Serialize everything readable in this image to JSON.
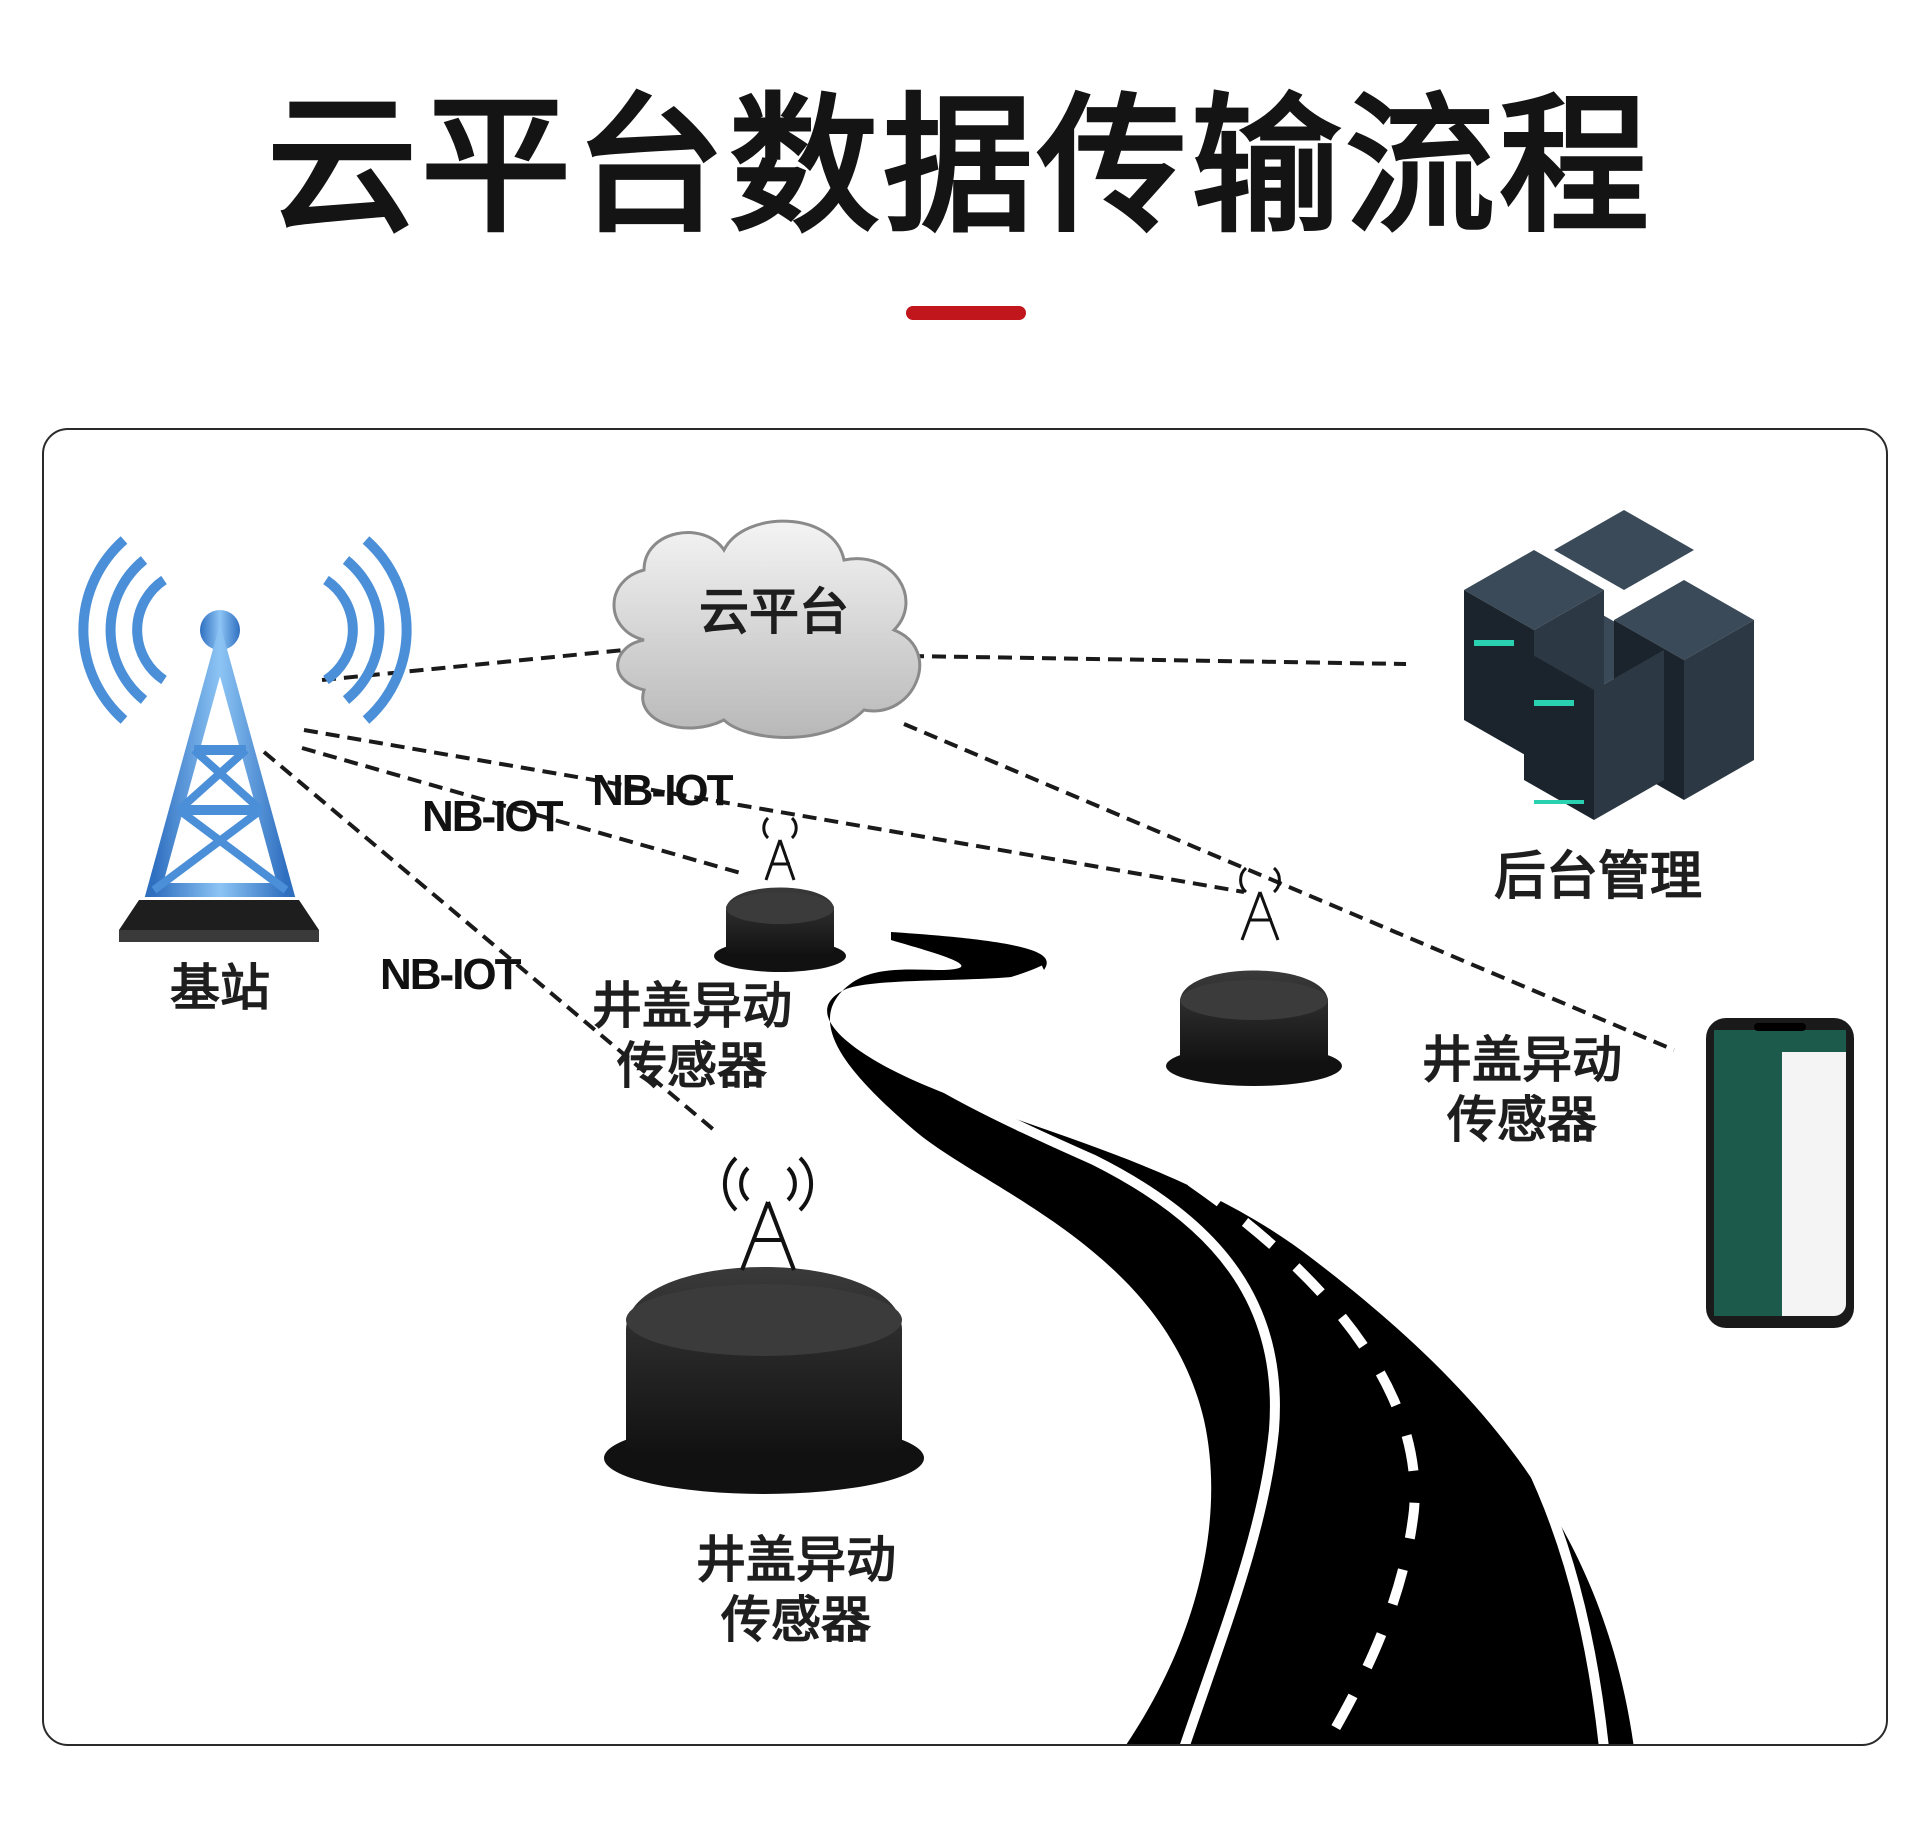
{
  "title": "云平台数据传输流程",
  "colors": {
    "accent_bar": "#c0161c",
    "tower_blue": "#4a8fd8",
    "road": "#000000",
    "server": "#2a3540",
    "phone_screen": "#1c5a4c"
  },
  "nodes": {
    "base_station": {
      "label": "基站",
      "icon": "radio-tower-icon"
    },
    "cloud": {
      "label": "云平台",
      "icon": "cloud-icon"
    },
    "backend": {
      "label": "后台管理",
      "icon": "server-rack-icon"
    },
    "phone": {
      "icon": "smartphone-icon"
    },
    "sensor_1": {
      "line1": "井盖异动",
      "line2": "传感器",
      "icon": "manhole-sensor-icon"
    },
    "sensor_2": {
      "line1": "井盖异动",
      "line2": "传感器",
      "icon": "manhole-sensor-icon"
    },
    "sensor_3": {
      "line1": "井盖异动",
      "line2": "传感器",
      "icon": "manhole-sensor-icon"
    }
  },
  "links": {
    "nb_iot_1": "NB-IOT",
    "nb_iot_2": "NB-IOT",
    "nb_iot_3": "NB-IOT"
  },
  "decor": {
    "road": "winding-road-icon"
  }
}
